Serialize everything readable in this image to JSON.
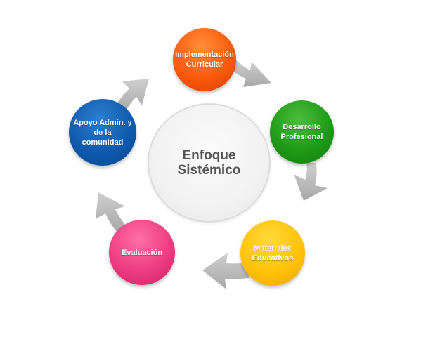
{
  "diagram": {
    "center": {
      "label": "Enfoque Sistémico"
    },
    "nodes": [
      {
        "id": "implementacion",
        "label": "Implementación Curricular",
        "color": "#fb5a0c"
      },
      {
        "id": "desarrollo",
        "label": "Desarrollo Profesional",
        "color": "#1f9a17"
      },
      {
        "id": "materiales",
        "label": "Materiales Educativos",
        "color": "#ffc20b"
      },
      {
        "id": "evaluacion",
        "label": "Evaluación",
        "color": "#ee3c82"
      },
      {
        "id": "apoyo",
        "label": "Apoyo Admin. y de la comunidad",
        "color": "#0f5aae"
      }
    ],
    "arrow_color": "#bdbdbd",
    "flow": "clockwise"
  }
}
